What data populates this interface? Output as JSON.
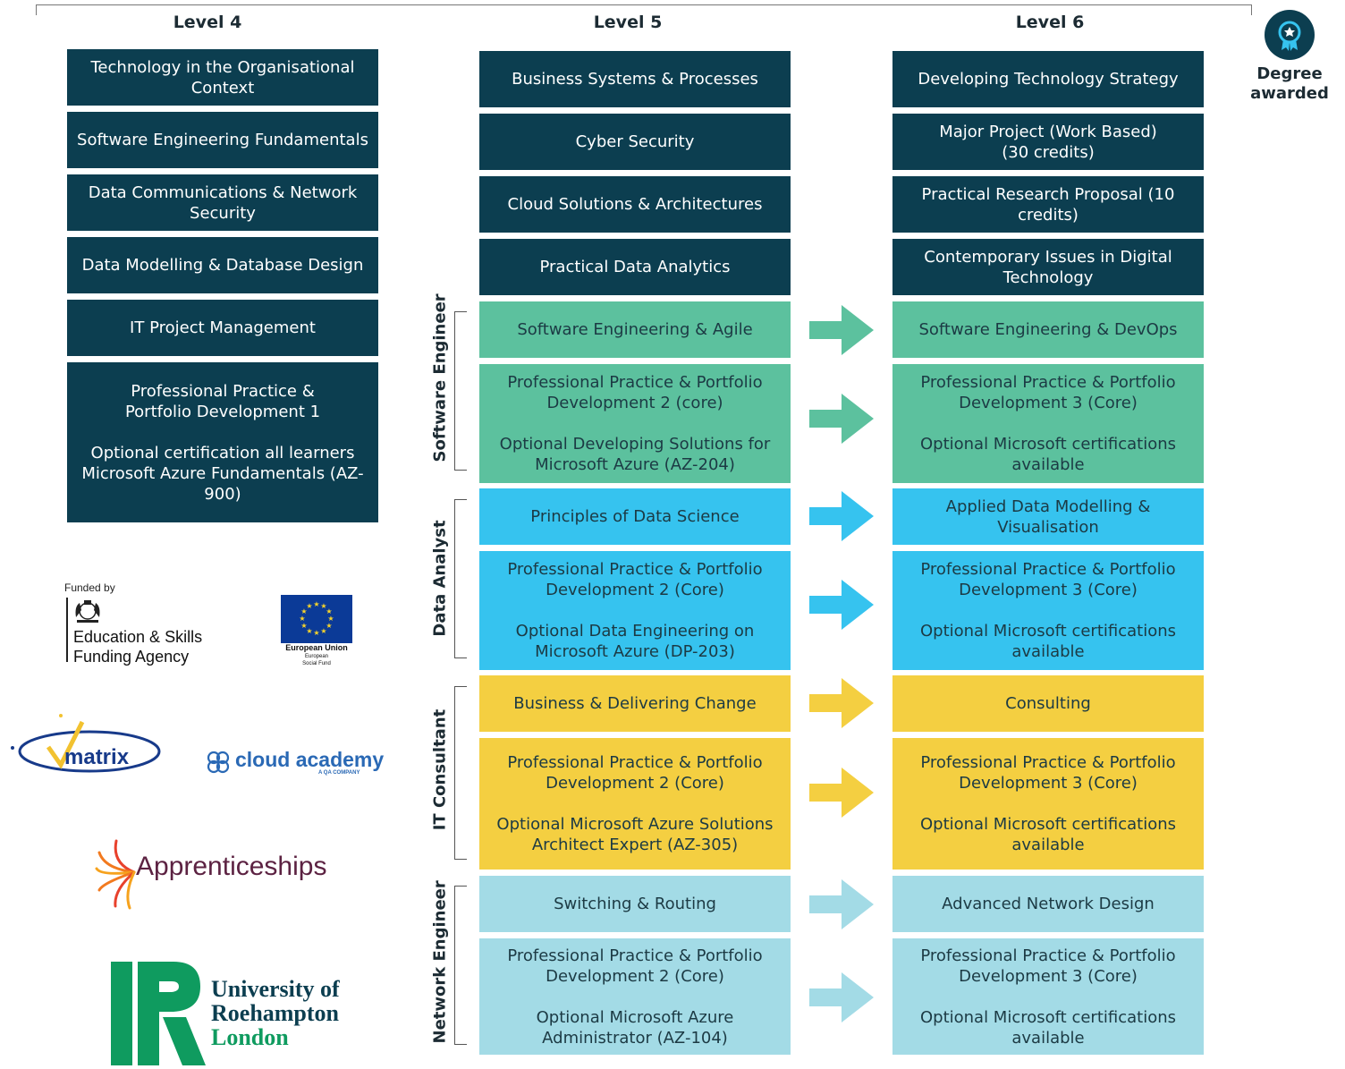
{
  "levels": {
    "l4": "Level 4",
    "l5": "Level 5",
    "l6": "Level 6"
  },
  "degree": {
    "label": "Degree\nawarded"
  },
  "level4": [
    "Technology in the Organisational Context",
    "Software Engineering Fundamentals",
    "Data Communications & Network Security",
    "Data Modelling & Database Design",
    "IT Project Management",
    "Professional Practice &\nPortfolio Development 1\n\nOptional certification all learners\nMicrosoft Azure Fundamentals (AZ-900)"
  ],
  "level5_core": [
    "Business Systems & Processes",
    "Cyber Security",
    "Cloud Solutions & Architectures",
    "Practical Data Analytics"
  ],
  "level6_core": [
    "Developing Technology Strategy",
    "Major Project (Work Based)\n(30 credits)",
    "Practical Research Proposal (10 credits)",
    "Contemporary Issues in Digital Technology"
  ],
  "pathways": {
    "software": {
      "label": "Software Engineer",
      "l5a": "Software Engineering & Agile",
      "l5b": "Professional Practice & Portfolio Development 2 (core)\n\nOptional Developing Solutions for Microsoft Azure (AZ-204)",
      "l6a": "Software Engineering & DevOps",
      "l6b": "Professional Practice & Portfolio Development 3 (Core)\n\nOptional Microsoft certifications available",
      "color": "#5cc19e"
    },
    "data": {
      "label": "Data Analyst",
      "l5a": "Principles of Data Science",
      "l5b": "Professional Practice & Portfolio Development 2 (Core)\n\nOptional Data Engineering on Microsoft Azure (DP-203)",
      "l6a": "Applied Data Modelling  & Visualisation",
      "l6b": "Professional Practice & Portfolio Development 3 (Core)\n\nOptional Microsoft certifications available",
      "color": "#36c3ef"
    },
    "consultant": {
      "label": "IT Consultant",
      "l5a": "Business & Delivering Change",
      "l5b": "Professional Practice & Portfolio Development 2 (Core)\n\nOptional Microsoft Azure Solutions Architect Expert (AZ-305)",
      "l6a": "Consulting",
      "l6b": "Professional Practice & Portfolio Development 3 (Core)\n\nOptional Microsoft certifications available",
      "color": "#f4cf41"
    },
    "network": {
      "label": "Network Engineer",
      "l5a": "Switching & Routing",
      "l5b": "Professional Practice & Portfolio Development 2 (Core)\n\nOptional Microsoft Azure Administrator (AZ-104)",
      "l6a": "Advanced Network Design",
      "l6b": "Professional Practice & Portfolio Development 3 (Core)\n\nOptional Microsoft certifications available",
      "color": "#a3dbe6"
    }
  },
  "logos": {
    "funded_by": "Funded by",
    "esfa": "Education & Skills\nFunding Agency",
    "eu": "European Union",
    "eu_sub": "European\nSocial Fund",
    "matrix": "matrix",
    "cloud_academy": "cloud academy",
    "cloud_sub": "A QA COMPANY",
    "apprenticeships": "Apprenticeships",
    "uni1": "University of",
    "uni2": "Roehampton",
    "uni3": "London"
  }
}
